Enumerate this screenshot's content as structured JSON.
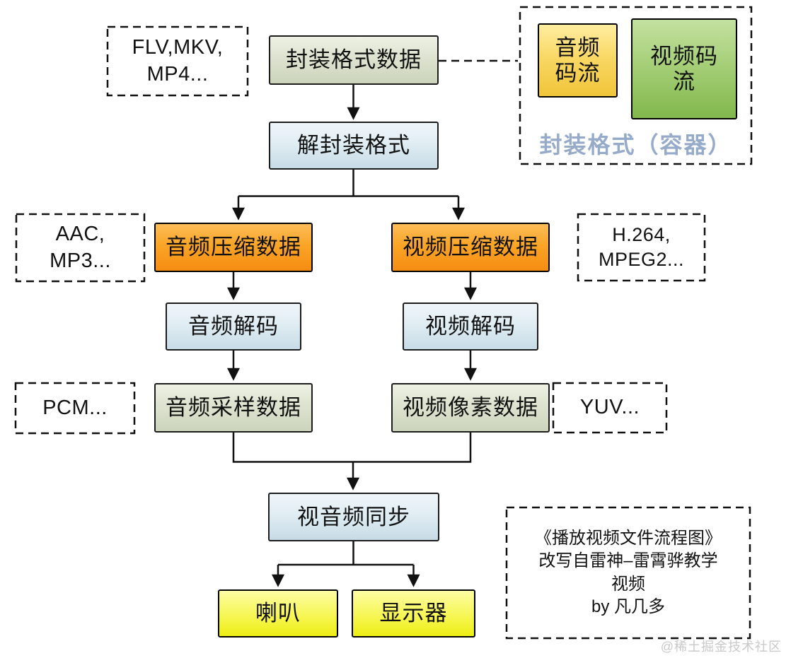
{
  "colors": {
    "line": "#111111",
    "box_metal_top": "#eef1e4",
    "box_metal_bottom": "#ccd4bc",
    "box_blue_top": "#f0f6fa",
    "box_blue_bottom": "#c7dbe6",
    "box_orange_top": "#fcbd58",
    "box_orange_bottom": "#f68d12",
    "box_gold_top": "#ffeda0",
    "box_gold_bottom": "#f0c53a",
    "box_green_top": "#c3e1a0",
    "box_green_bottom": "#81b74c",
    "box_yellow_top": "#fdfda4",
    "box_yellow_bottom": "#eeee14",
    "container_label": "#96aac9",
    "watermark": "#c9c9c9"
  },
  "nodes": {
    "muxed_data": "封装格式数据",
    "demux": "解封装格式",
    "audio_compressed": "音频压缩数据",
    "video_compressed": "视频压缩数据",
    "audio_decode": "音频解码",
    "video_decode": "视频解码",
    "audio_samples": "音频采样数据",
    "video_pixels": "视频像素数据",
    "av_sync": "视音频同步",
    "speaker": "喇叭",
    "display": "显示器"
  },
  "container": {
    "label": "封装格式（容器）",
    "audio_stream": {
      "lines": [
        "音频",
        "码流"
      ]
    },
    "video_stream": {
      "lines": [
        "视频码",
        "流"
      ]
    }
  },
  "annotations": {
    "mux_formats": {
      "lines": [
        "FLV,MKV,",
        "MP4..."
      ]
    },
    "audio_codecs": {
      "lines": [
        "AAC,",
        "MP3..."
      ]
    },
    "video_codecs": {
      "lines": [
        "H.264,",
        "MPEG2..."
      ]
    },
    "audio_raw": {
      "lines": [
        "PCM..."
      ]
    },
    "video_raw": {
      "lines": [
        "YUV..."
      ]
    }
  },
  "credit": {
    "lines": [
      "《播放视频文件流程图》",
      "改写自雷神–雷霄骅教学",
      "视频",
      "by 凡几多"
    ]
  },
  "watermark": "@稀土掘金技术社区"
}
